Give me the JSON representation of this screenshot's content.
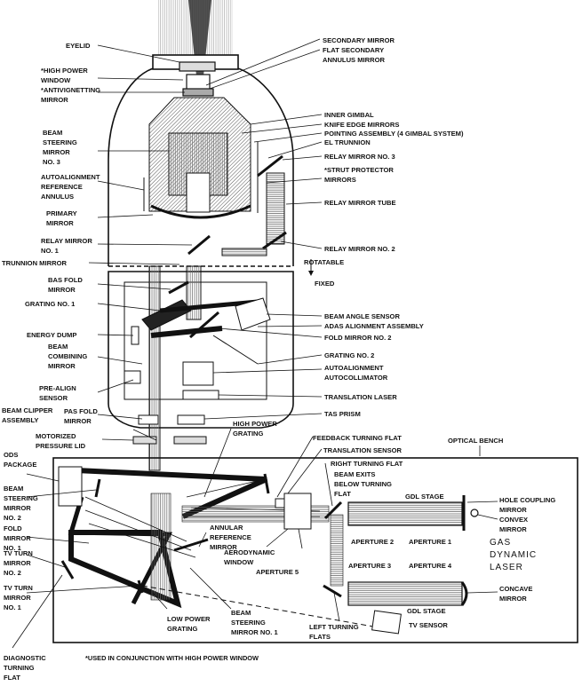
{
  "labels": {
    "eyelid": "EYELID",
    "secondary_mirror": "SECONDARY MIRROR",
    "flat_secondary_1": "FLAT SECONDARY",
    "flat_secondary_2": "ANNULUS MIRROR",
    "high_power_window_1": "*HIGH POWER",
    "high_power_window_2": "WINDOW",
    "antivignetting_1": "*ANTIVIGNETTING",
    "antivignetting_2": "MIRROR",
    "inner_gimbal": "INNER GIMBAL",
    "knife_edge": "KNIFE EDGE MIRRORS",
    "pointing_assembly": "POINTING ASSEMBLY (4 GIMBAL SYSTEM)",
    "el_trunnion": "EL TRUNNION",
    "beam_steering_3_1": "BEAM",
    "beam_steering_3_2": "STEERING",
    "beam_steering_3_3": "MIRROR",
    "beam_steering_3_4": "NO. 3",
    "relay_mirror_3": "RELAY MIRROR NO. 3",
    "strut_protector_1": "*STRUT PROTECTOR",
    "strut_protector_2": "MIRRORS",
    "autoalign_ref_1": "AUTOALIGNMENT",
    "autoalign_ref_2": "REFERENCE",
    "autoalign_ref_3": "ANNULUS",
    "relay_mirror_tube": "RELAY MIRROR TUBE",
    "primary_mirror_1": "PRIMARY",
    "primary_mirror_2": "MIRROR",
    "relay_mirror_1_1": "RELAY MIRROR",
    "relay_mirror_1_2": "NO. 1",
    "relay_mirror_2": "RELAY MIRROR NO. 2",
    "trunnion_mirror": "TRUNNION MIRROR",
    "rotatable": "ROTATABLE",
    "fixed": "FIXED",
    "bas_fold_1": "BAS FOLD",
    "bas_fold_2": "MIRROR",
    "grating_1": "GRATING NO. 1",
    "beam_angle_sensor": "BEAM ANGLE SENSOR",
    "adas_alignment": "ADAS ALIGNMENT ASSEMBLY",
    "energy_dump": "ENERGY DUMP",
    "fold_mirror_2": "FOLD MIRROR NO. 2",
    "beam_combining_1": "BEAM",
    "beam_combining_2": "COMBINING",
    "beam_combining_3": "MIRROR",
    "grating_2": "GRATING NO. 2",
    "autoalign_collimator_1": "AUTOALIGNMENT",
    "autoalign_collimator_2": "AUTOCOLLIMATOR",
    "pre_align_1": "PRE-ALIGN",
    "pre_align_2": "SENSOR",
    "translation_laser": "TRANSLATION LASER",
    "beam_clipper_1": "BEAM CLIPPER",
    "beam_clipper_2": "ASSEMBLY",
    "pas_fold_1": "PAS FOLD",
    "pas_fold_2": "MIRROR",
    "tas_prism": "TAS PRISM",
    "motorized_1": "MOTORIZED",
    "motorized_2": "PRESSURE LID",
    "high_power_grating_1": "HIGH POWER",
    "high_power_grating_2": "GRATING",
    "feedback_turning": "FEEDBACK TURNING FLAT",
    "optical_bench": "OPTICAL BENCH",
    "ods_1": "ODS",
    "ods_2": "PACKAGE",
    "translation_sensor": "TRANSLATION SENSOR",
    "right_turning": "RIGHT TURNING FLAT",
    "beam_exits_1": "BEAM EXITS",
    "beam_exits_2": "BELOW TURNING",
    "beam_exits_3": "FLAT",
    "gdl_stage_top": "GDL STAGE",
    "hole_coupling_1": "HOLE COUPLING",
    "hole_coupling_2": "MIRROR",
    "convex_1": "CONVEX",
    "convex_2": "MIRROR",
    "beam_steering_2_1": "BEAM",
    "beam_steering_2_2": "STEERING",
    "beam_steering_2_3": "MIRROR",
    "beam_steering_2_4": "NO. 2",
    "fold_mirror_1_1": "FOLD",
    "fold_mirror_1_2": "MIRROR",
    "fold_mirror_1_3": "NO. 1",
    "annular_ref_1": "ANNULAR",
    "annular_ref_2": "REFERENCE",
    "annular_ref_3": "MIRROR",
    "aperture_2": "APERTURE 2",
    "aperture_1": "APERTURE 1",
    "gas_1": "GAS",
    "gas_2": "DYNAMIC",
    "gas_3": "LASER",
    "tv_turn_2_1": "TV TURN",
    "tv_turn_2_2": "MIRROR",
    "tv_turn_2_3": "NO. 2",
    "aerodynamic_1": "AERODYNAMIC",
    "aerodynamic_2": "WINDOW",
    "aperture_5": "APERTURE 5",
    "aperture_3": "APERTURE 3",
    "aperture_4": "APERTURE 4",
    "concave_1": "CONCAVE",
    "concave_2": "MIRROR",
    "tv_turn_1_1": "TV TURN",
    "tv_turn_1_2": "MIRROR",
    "tv_turn_1_3": "NO. 1",
    "low_power_1": "LOW POWER",
    "low_power_2": "GRATING",
    "beam_steering_1_1": "BEAM",
    "beam_steering_1_2": "STEERING",
    "beam_steering_1_3": "MIRROR NO. 1",
    "left_turning_1": "LEFT TURNING",
    "left_turning_2": "FLATS",
    "gdl_stage_bottom": "GDL STAGE",
    "tv_sensor": "TV SENSOR",
    "diagnostic_1": "DIAGNOSTIC",
    "diagnostic_2": "TURNING",
    "diagnostic_3": "FLAT",
    "footnote": "*USED IN CONJUNCTION WITH HIGH POWER WINDOW"
  }
}
